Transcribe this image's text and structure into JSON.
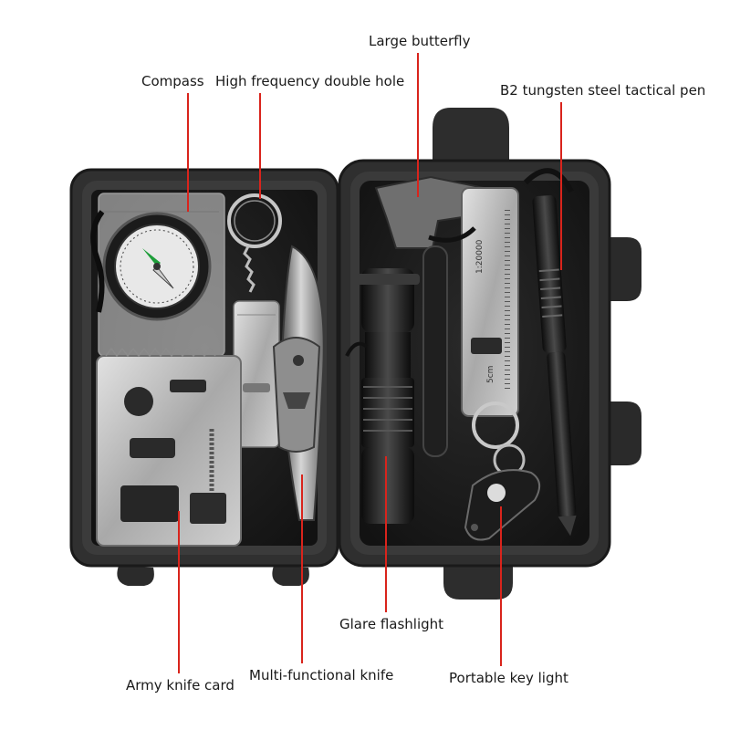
{
  "labels": {
    "compass": "Compass",
    "whistle": "High frequency double hole",
    "butterfly": "Large butterfly",
    "pen": "B2 tungsten steel tactical pen",
    "card": "Army knife card",
    "knife": "Multi-functional knife",
    "flashlight": "Glare flashlight",
    "keylight": "Portable key light"
  },
  "card_marks": {
    "ruler_reading": "1:20000",
    "scale_mark": "5cm"
  },
  "colors": {
    "leader_line": "#d9241c",
    "case_shell": "#2b2b2b",
    "foam": "#1c1c1c",
    "steel": "#b9b9b9"
  }
}
